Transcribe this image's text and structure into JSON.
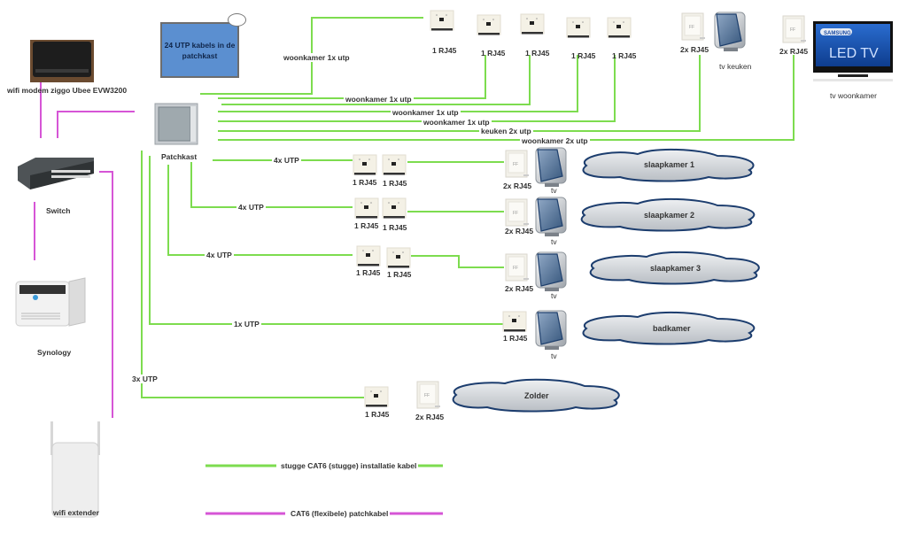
{
  "diagram": {
    "note": "24 UTP kabels in de patchkast",
    "colors": {
      "installation_cable": "#7ddc4f",
      "patch_cable": "#d655d6",
      "note_fill": "#5b8fd0",
      "cloud_fill": "#d3d6da",
      "cloud_stroke": "#1c3d6e"
    },
    "devices": {
      "modem": "wifi modem ziggo Ubee EVW3200",
      "patchkast": "Patchkast",
      "switch": "Switch",
      "synology": "Synology",
      "extender": "wifi extender",
      "tv_keuken": "tv keuken",
      "tv_woonkamer": "tv woonkamer",
      "tv": "tv"
    },
    "sockets": {
      "one": "1 RJ45",
      "two": "2x RJ45"
    },
    "cables": {
      "woonkamer_1x": "woonkamer 1x utp",
      "keuken_2x": "keuken 2x utp",
      "woonkamer_2x": "woonkamer 2x utp",
      "utp4": "4x UTP",
      "utp1": "1x UTP",
      "utp3": "3x UTP"
    },
    "rooms": [
      "slaapkamer 1",
      "slaapkamer 2",
      "slaapkamer 3",
      "badkamer",
      "Zolder"
    ],
    "legend": {
      "installation": "stugge CAT6 (stugge) installatie kabel",
      "patch": "CAT6 (flexibele) patchkabel"
    },
    "tv_brand": "SAMSUNG",
    "tv_model": "LED TV"
  }
}
